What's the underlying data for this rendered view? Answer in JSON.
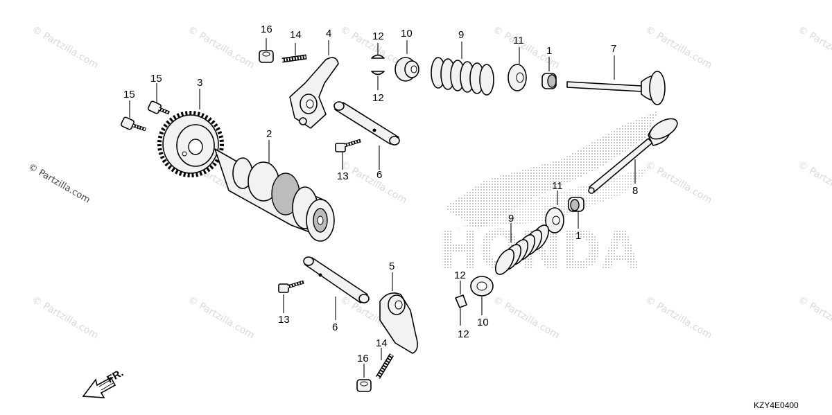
{
  "diagram": {
    "callouts": [
      "16",
      "14",
      "4",
      "12",
      "12",
      "10",
      "9",
      "11",
      "1",
      "7",
      "15",
      "15",
      "3",
      "2",
      "13",
      "6",
      "8",
      "11",
      "9",
      "1",
      "5",
      "13",
      "6",
      "12",
      "12",
      "10",
      "14",
      "16"
    ],
    "watermark_side": "© Partzilla.com",
    "direction_label": "FR.",
    "drawing_code": "KZY4E0400",
    "logo_text": "HONDA",
    "watermark_text": "© Partzilla.com"
  }
}
